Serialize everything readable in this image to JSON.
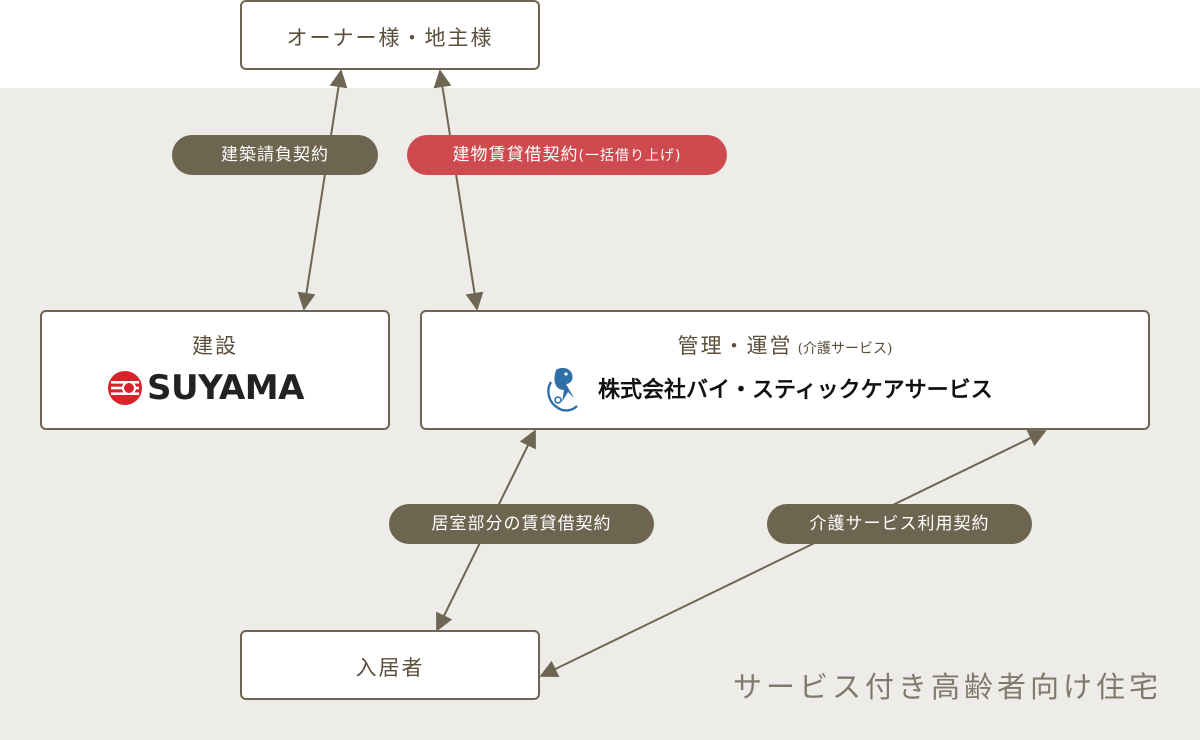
{
  "boxes": {
    "owner": "オーナー様・地主様",
    "construction_title": "建設",
    "construction_logo": "SUYAMA",
    "management_title": "管理・運営",
    "management_note": "(介護サービス)",
    "management_company": "株式会社バイ・スティックケアサービス",
    "resident": "入居者"
  },
  "pills": {
    "construction_contract": "建築請負契約",
    "lease_contract": "建物賃貸借契約",
    "lease_contract_note": "(一括借り上げ)",
    "room_lease": "居室部分の賃貸借契約",
    "care_contract": "介護サービス利用契約"
  },
  "footer_label": "サービス付き高齢者向け住宅",
  "colors": {
    "olive": "#6d6550",
    "red": "#cf4a4f",
    "background": "#eeece8",
    "suyama_red": "#d9232a",
    "bird_blue": "#2f6fa8"
  },
  "icons": [
    "suyama-logo-icon",
    "bird-logo-icon"
  ]
}
